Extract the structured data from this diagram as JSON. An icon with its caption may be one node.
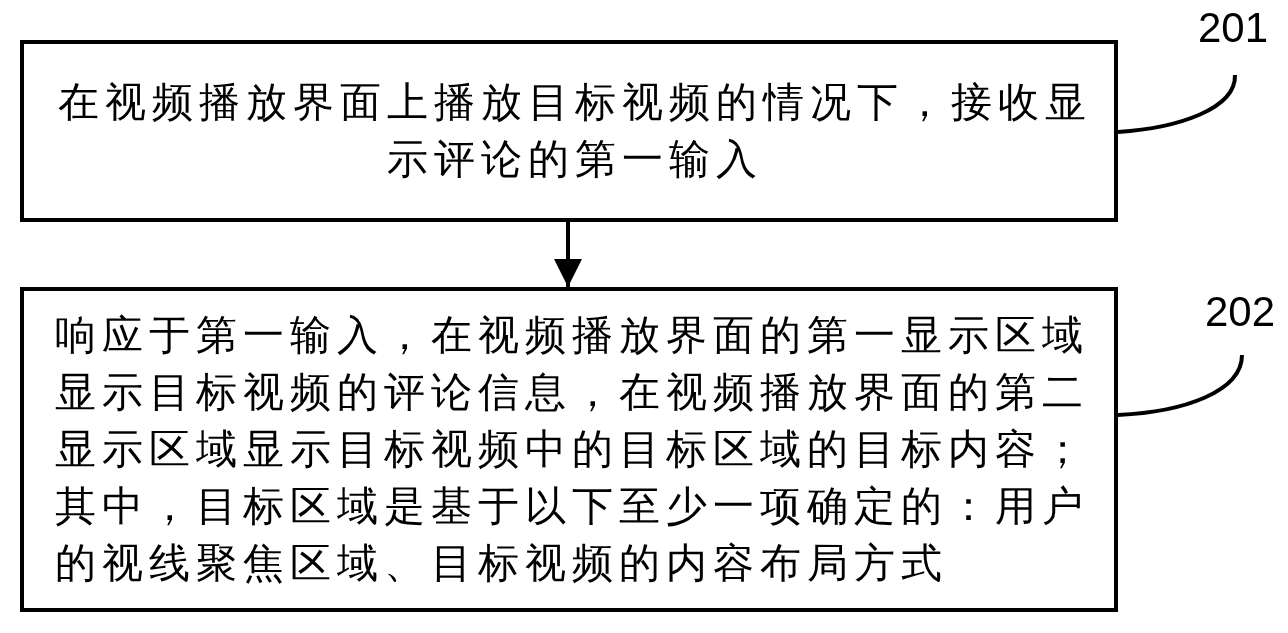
{
  "diagram": {
    "nodes": [
      {
        "text": [
          "在视频播放界面上播放目标视频的情况下，接收显示评论的第一输入"
        ]
      },
      {
        "text": [
          "201"
        ]
      },
      {
        "text": [
          "响应于第一输入，在视频播放界面的第一显示区域显示目标视频的评论信息，在视频播放界面的第二显示区域显示目标视频中的目标区域的目标内容；其中，目标区域是基于以下至少一项确定的：用户的视线聚焦区域、目标视频的内容布局方式"
        ]
      },
      {
        "text": [
          "202"
        ]
      }
    ],
    "edges": [
      {
        "from": 0,
        "to": 2,
        "arrow": "to"
      },
      {
        "from": 1,
        "to": 0,
        "arrow": "none"
      },
      {
        "from": 3,
        "to": 2,
        "arrow": "none"
      }
    ]
  }
}
